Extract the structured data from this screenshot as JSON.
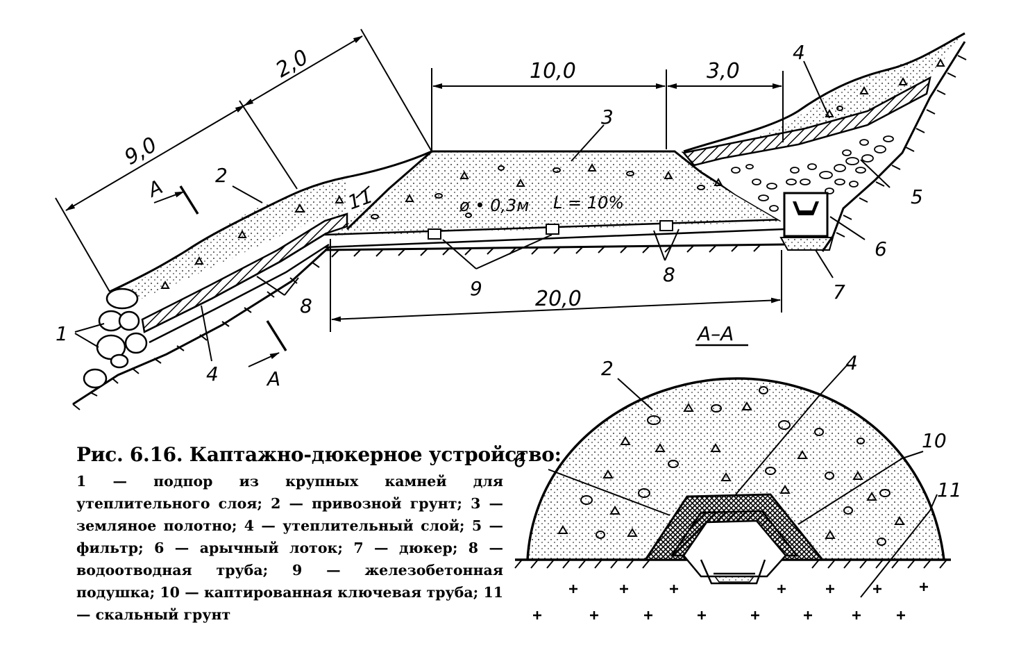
{
  "profile": {
    "dimensions": {
      "d_9_0": "9,0",
      "d_2_0": "2,0",
      "d_10_0": "10,0",
      "d_3_0": "3,0",
      "d_20_0": "20,0"
    },
    "pipe_note": "ø • 0,3м",
    "slope_note": "L = 10%",
    "section_marker": "А",
    "labels": {
      "l1": "1",
      "l2": "2",
      "l3": "3",
      "l4a": "4",
      "l4b": "4",
      "l5": "5",
      "l6": "6",
      "l7": "7",
      "l8a": "8",
      "l8b": "8",
      "l9": "9",
      "l11": "11"
    }
  },
  "section": {
    "title": "А–А",
    "labels": {
      "l2": "2",
      "l4": "4",
      "l6": "6",
      "l10": "10",
      "l11": "11"
    }
  },
  "caption": {
    "title": "Рис. 6.16. Каптажно-дюкерное устройство:",
    "body": "1 — подпор из крупных камней для утеплительного слоя; 2 — привозной грунт; 3 — земляное полотно; 4 — утеплительный слой; 5 — фильтр; 6 — арычный лоток; 7 — дюкер; 8 — водоотводная труба; 9 — железобетонная подушка; 10 — каптированная ключевая труба; 11 — скальный грунт"
  },
  "colors": {
    "ink": "#000000",
    "paper": "#ffffff"
  }
}
